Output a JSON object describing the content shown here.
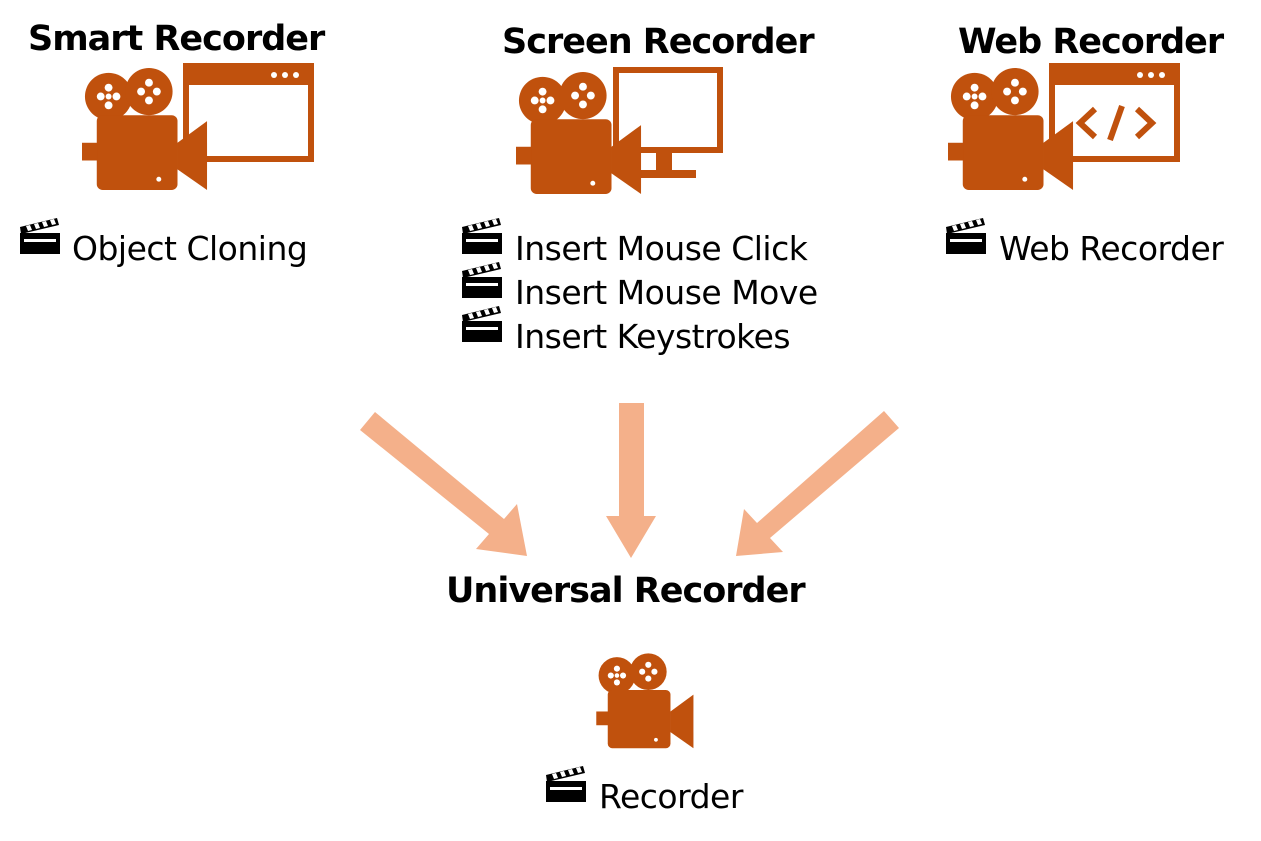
{
  "colors": {
    "icon": "#c0510d",
    "arrow": "#f4b08a",
    "text": "#000000",
    "background": "#ffffff"
  },
  "icons": {
    "camera": "movie-camera-icon",
    "browser": "browser-window-icon",
    "monitor": "monitor-icon",
    "code_window": "code-window-icon",
    "clapperboard": "clapperboard-icon",
    "arrow": "arrow-icon"
  },
  "smart": {
    "title": "Smart Recorder",
    "items": [
      "Object Cloning"
    ]
  },
  "screen": {
    "title": "Screen Recorder",
    "items": [
      "Insert Mouse Click",
      "Insert Mouse Move",
      "Insert Keystrokes"
    ]
  },
  "web": {
    "title": "Web Recorder",
    "items": [
      "Web Recorder"
    ]
  },
  "universal": {
    "title": "Universal Recorder",
    "items": [
      "Recorder"
    ]
  }
}
